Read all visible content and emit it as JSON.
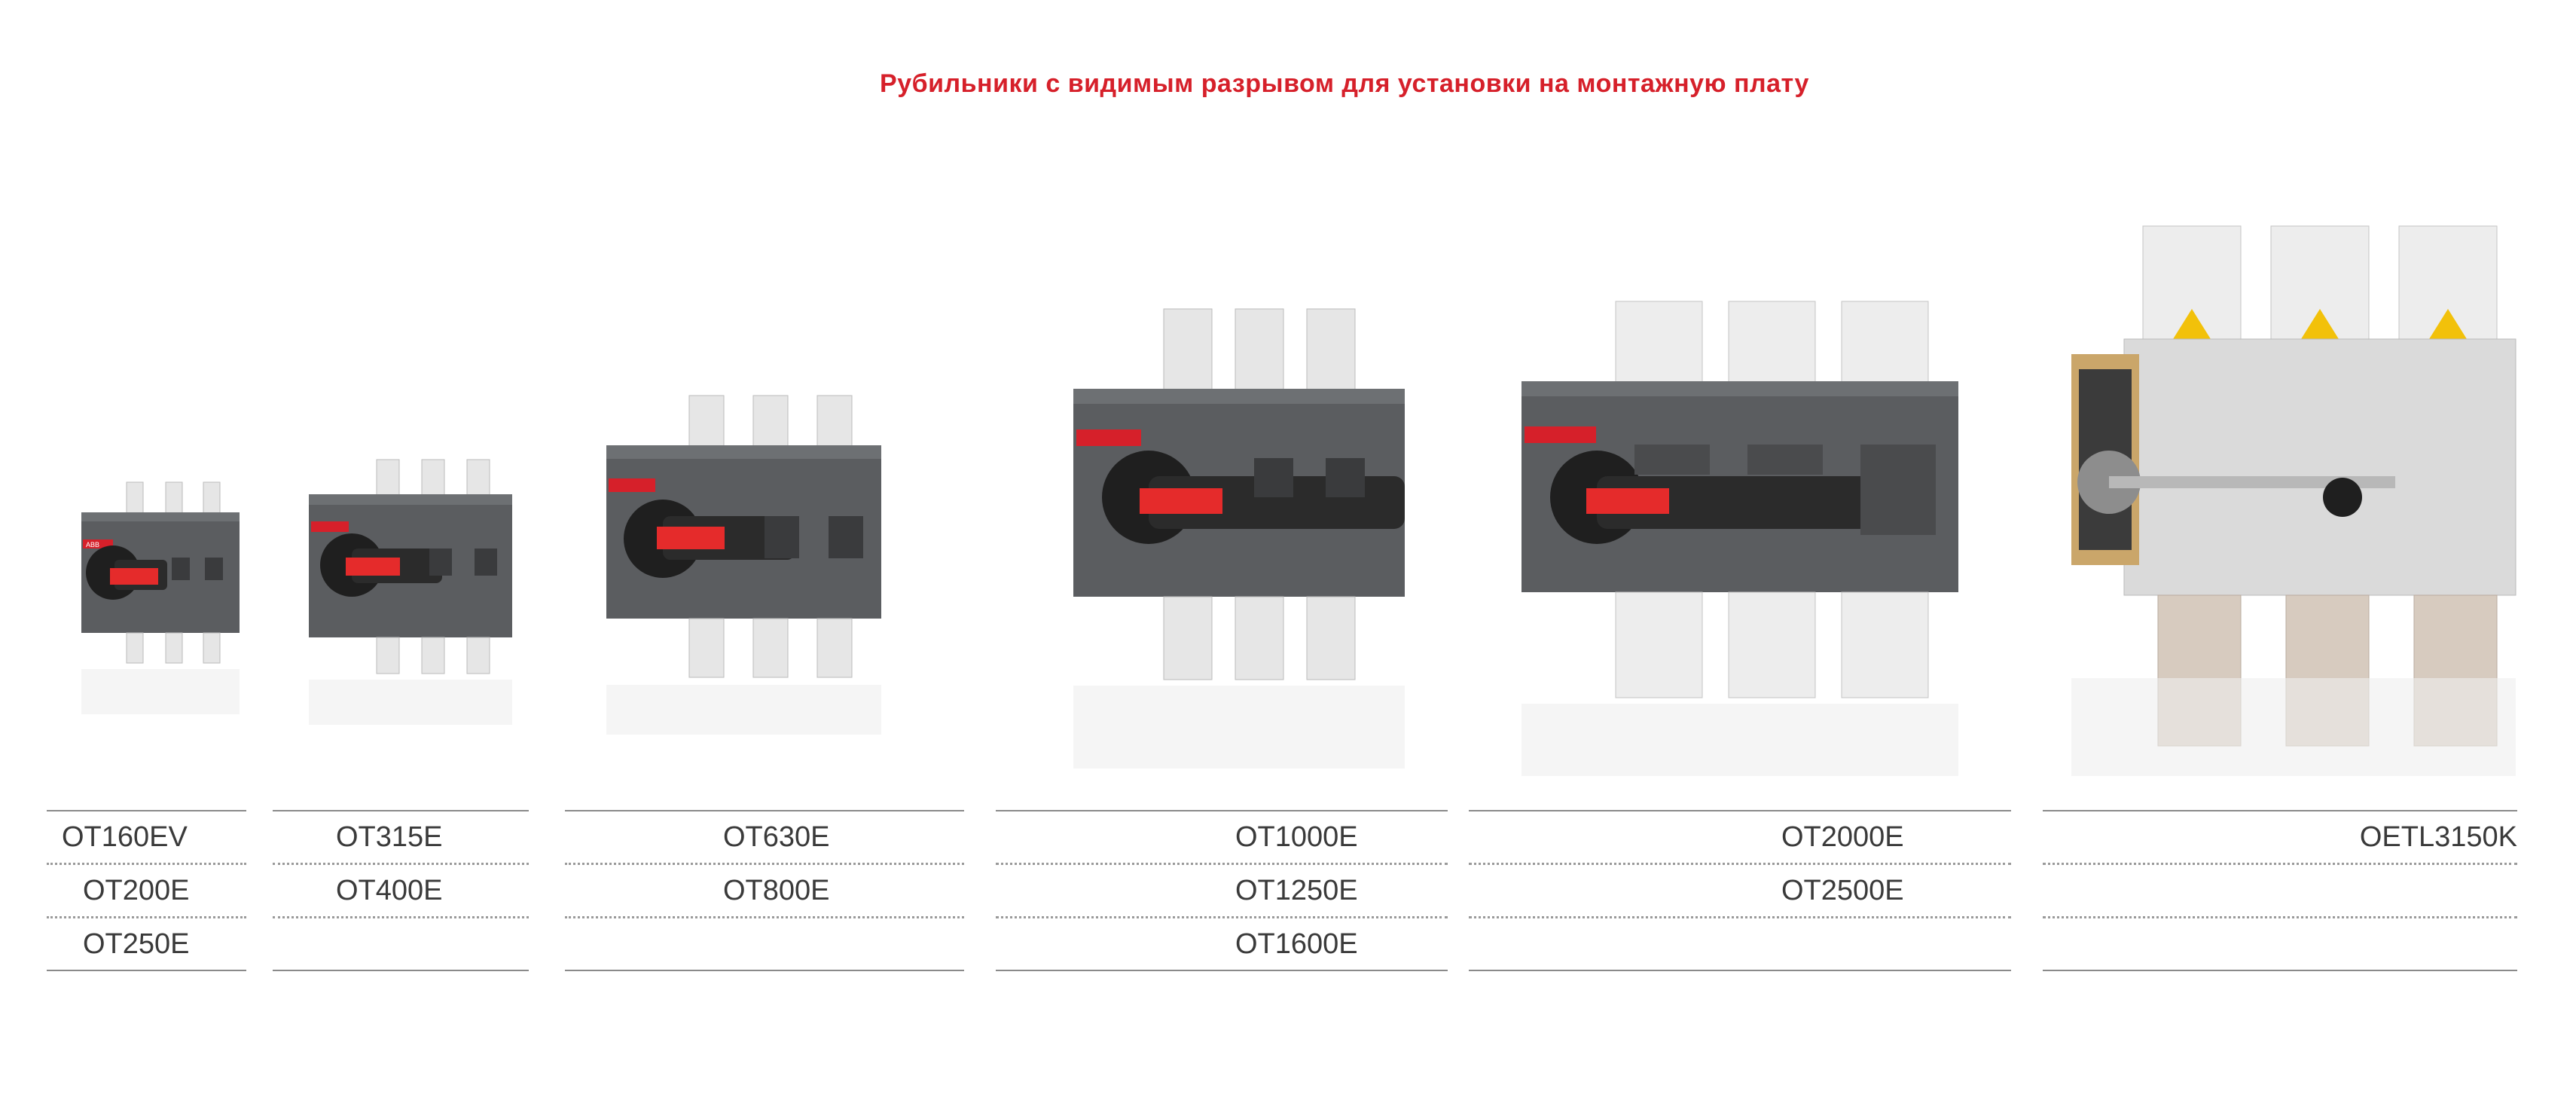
{
  "page": {
    "title": "Рубильники с видимым разрывом  для установки на монтажную плату"
  },
  "brand": {
    "logo_text": "ABB",
    "accent": "#d6202a",
    "body_grey": "#5a5c5e",
    "handle_red": "#e52b2b"
  },
  "products": [
    {
      "models": [
        "OT160EV",
        "OT200E",
        "OT250E"
      ],
      "rows": [
        "OT160EV",
        "OT200E",
        "OT250E"
      ]
    },
    {
      "models": [
        "OT315E",
        "OT400E"
      ],
      "rows": [
        "OT315E",
        "OT400E",
        ""
      ]
    },
    {
      "models": [
        "OT630E",
        "OT800E"
      ],
      "rows": [
        "OT630E",
        "OT800E",
        ""
      ]
    },
    {
      "models": [
        "OT1000E",
        "OT1250E",
        "OT1600E"
      ],
      "rows": [
        "OT1000E",
        "OT1250E",
        "OT1600E"
      ]
    },
    {
      "models": [
        "OT2000E",
        "OT2500E"
      ],
      "rows": [
        "OT2000E",
        "OT2500E",
        ""
      ]
    },
    {
      "models": [
        "OETL3150K"
      ],
      "rows": [
        "OETL3150K",
        "",
        ""
      ]
    }
  ]
}
